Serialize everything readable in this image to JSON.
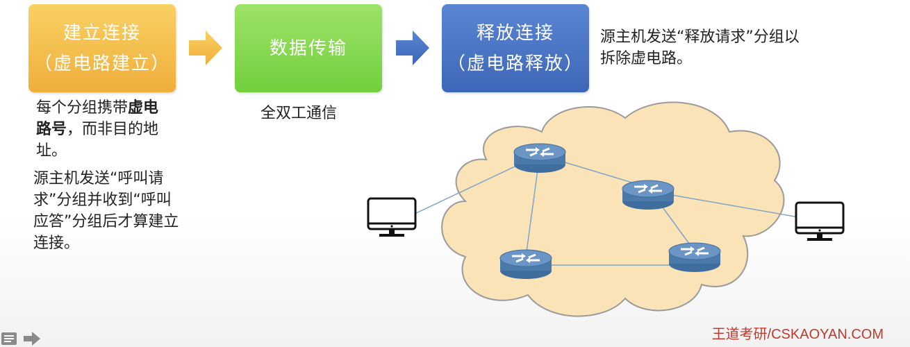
{
  "stages": {
    "connect": {
      "line1": "建立连接",
      "line2": "（虚电路建立）",
      "color": "#f0ae3b"
    },
    "transfer": {
      "line1": "数据传输",
      "color": "#73cf3c"
    },
    "release": {
      "line1": "释放连接",
      "line2": "（虚电路释放）",
      "color": "#3e66b8"
    }
  },
  "notes": {
    "connect_a_pre": "每个分组携带",
    "connect_a_bold": "虚电路号",
    "connect_a_post": "，而非目的地址。",
    "connect_b": "源主机发送“呼叫请求”分组并收到“呼叫应答”分组后才算建立连接。",
    "transfer": "全双工通信",
    "release": "源主机发送“释放请求”分组以拆除虚电路。"
  },
  "icons": {
    "arrow_1": "right-arrow-orange",
    "arrow_2": "right-arrow-blue",
    "router": "router-icon",
    "host": "monitor-icon"
  },
  "colors": {
    "cloud_fill": "#fbe3b8",
    "cloud_stroke": "#9a9a9a",
    "router": "#5b86b8",
    "link": "#7fa3c7"
  },
  "watermark": "王道考研/CSKAOYAN.COM"
}
